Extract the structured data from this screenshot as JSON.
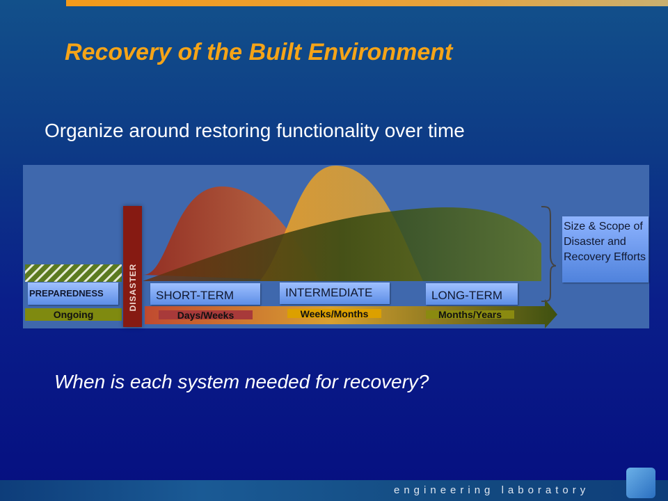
{
  "slide": {
    "title": "Recovery of the Built Environment",
    "subtitle": "Organize around restoring functionality over time",
    "question": "When is each system needed for recovery?"
  },
  "diagram": {
    "phases": [
      {
        "label": "PREPAREDNESS",
        "duration": "Ongoing"
      },
      {
        "label": "SHORT-TERM",
        "duration": "Days/Weeks"
      },
      {
        "label": "INTERMEDIATE",
        "duration": "Weeks/Months"
      },
      {
        "label": "LONG-TERM",
        "duration": "Months/Years"
      }
    ],
    "event": "DISASTER",
    "scope_note": "Size & Scope of Disaster and Recovery Efforts",
    "colors": {
      "short": "#a8442a",
      "intermediate": "#e8a020",
      "long": "#5e7020",
      "disaster": "#8a1a10"
    }
  },
  "footer": {
    "text": "engineering laboratory"
  }
}
